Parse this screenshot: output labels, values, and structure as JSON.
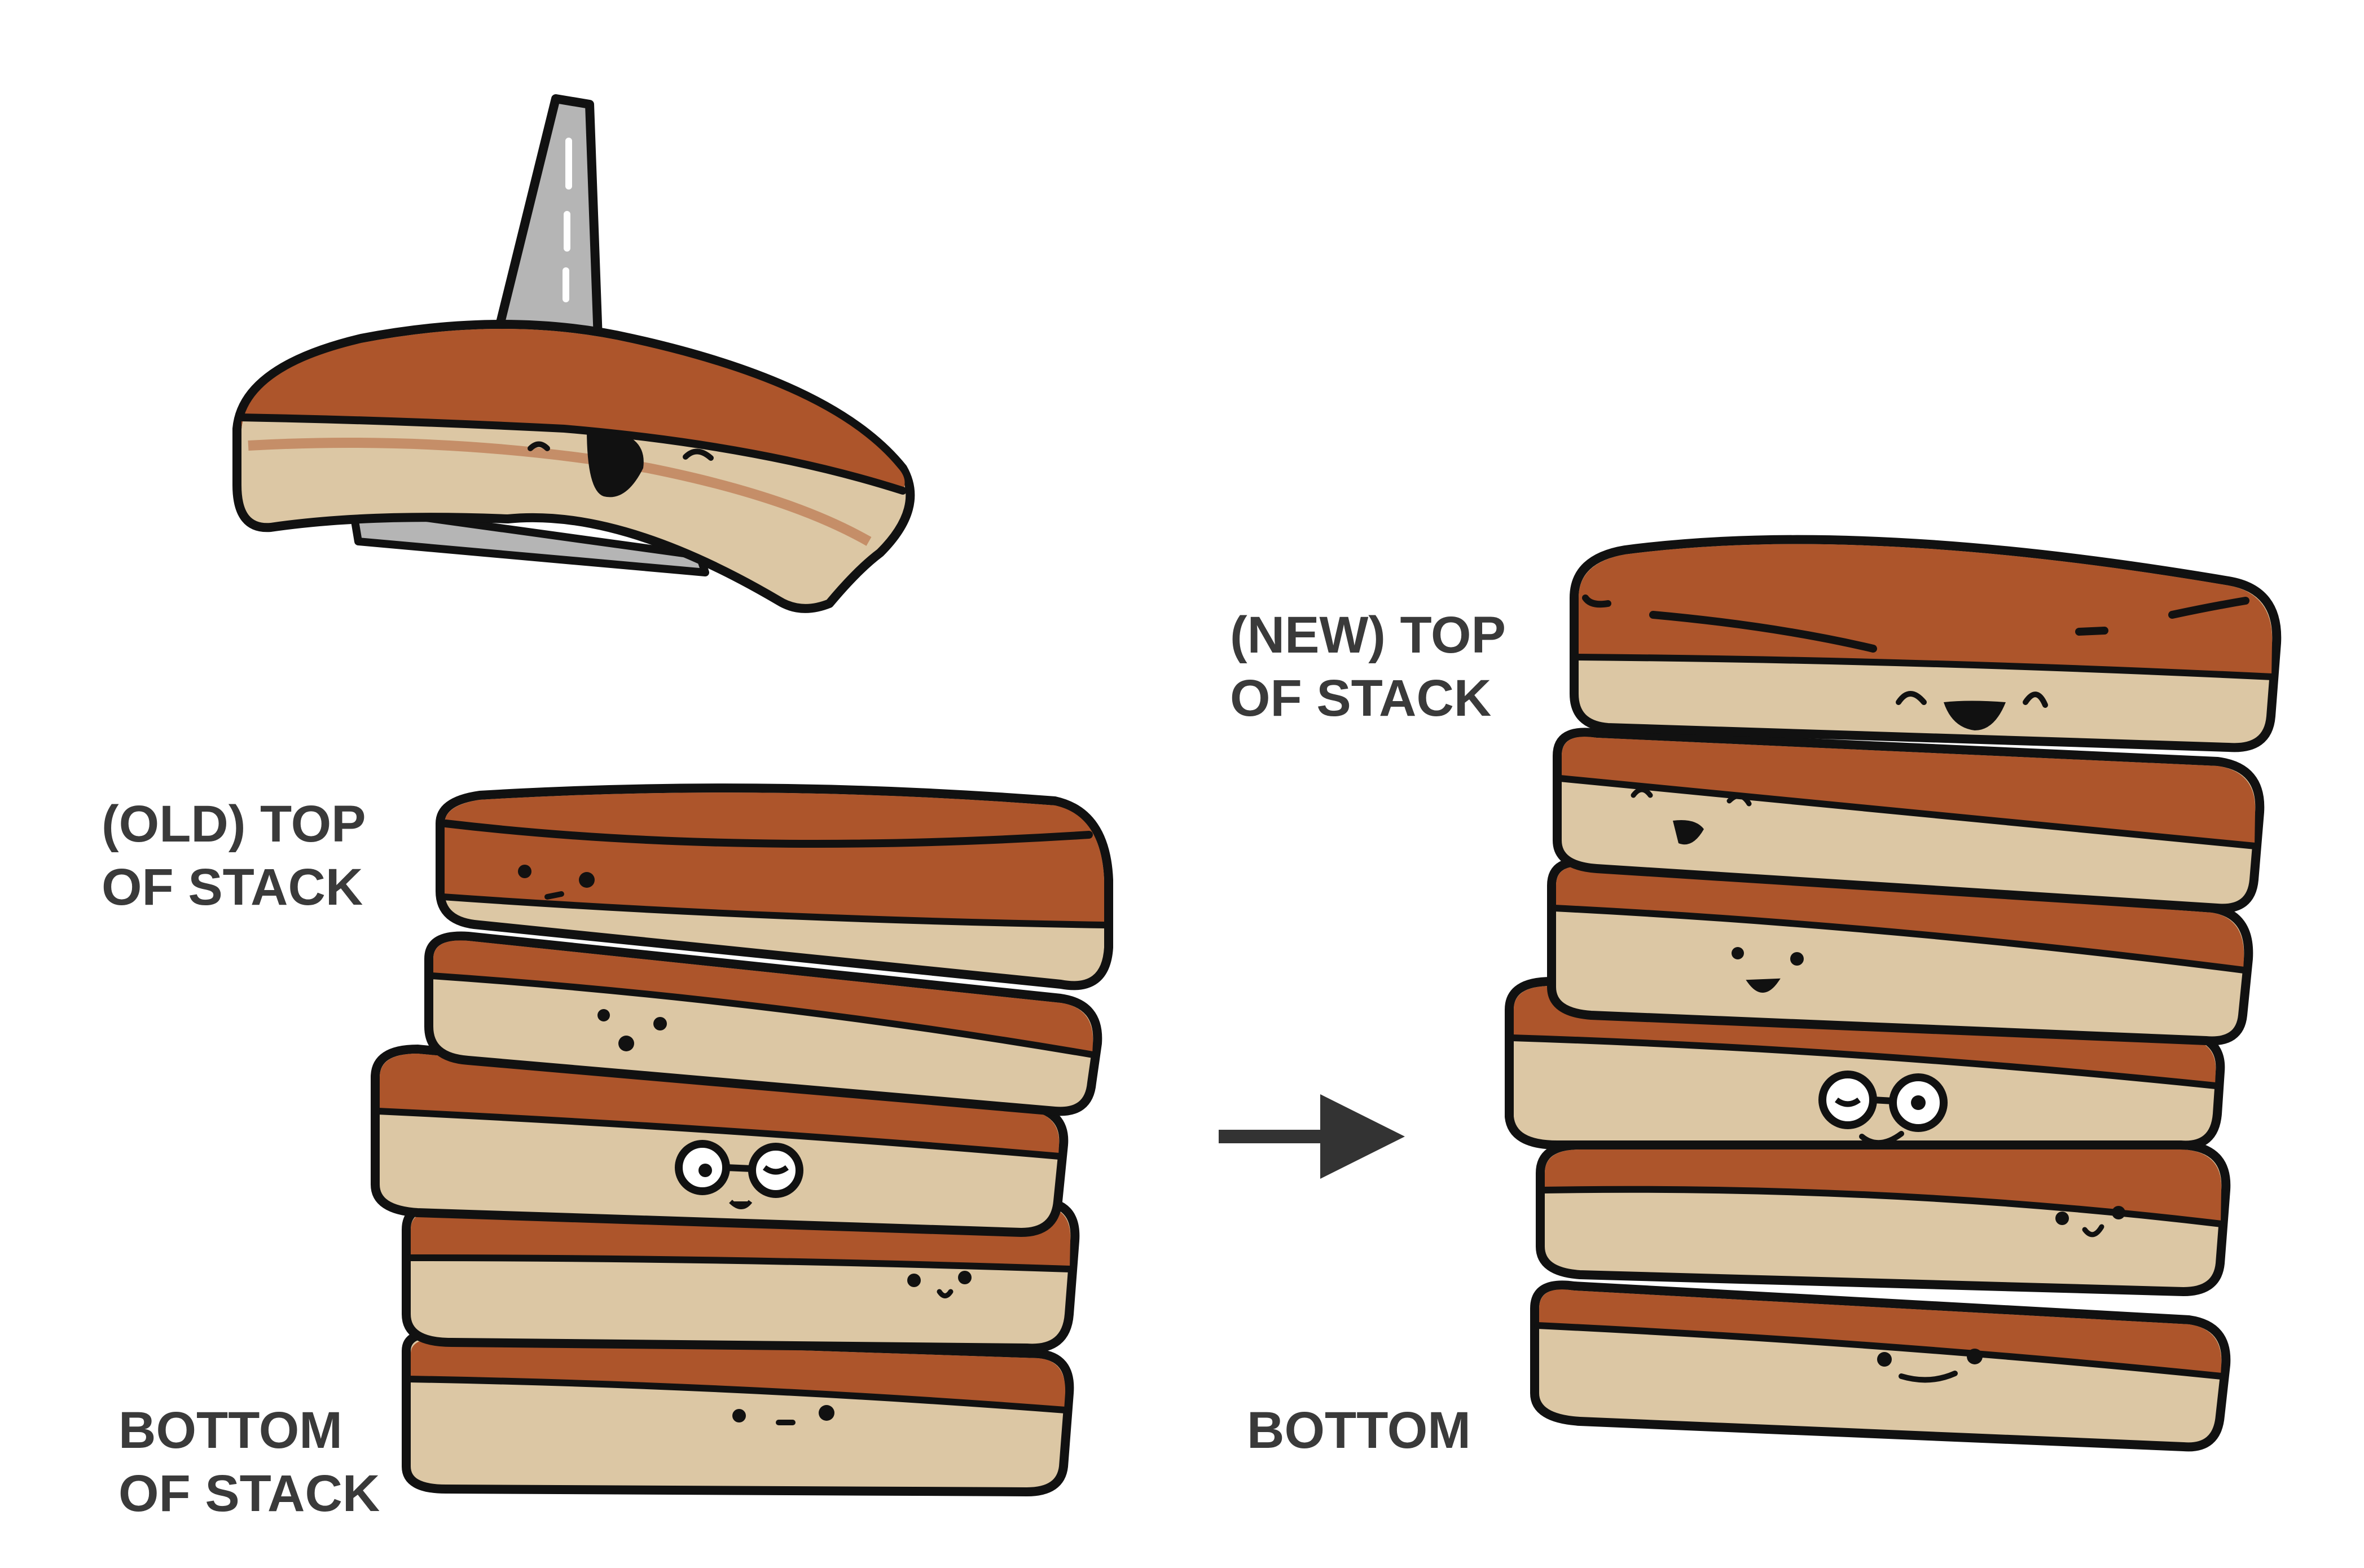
{
  "labels": {
    "old_top_line1": "(OLD) TOP",
    "old_top_line2": "OF STACK",
    "bottom_left_line1": "BOTTOM",
    "bottom_left_line2": "OF STACK",
    "new_top_line1": "(NEW) TOP",
    "new_top_line2": "OF STACK",
    "bottom_right": "BOTTOM"
  },
  "colors": {
    "pancake_top": "#ad552b",
    "pancake_side": "#dcc7a4",
    "outline": "#111111",
    "spatula": "#b5b5b5",
    "arrow": "#333333",
    "text": "#3a3a3a"
  },
  "icons": [
    "spatula-icon",
    "pancake-icon",
    "arrow-right-icon"
  ]
}
